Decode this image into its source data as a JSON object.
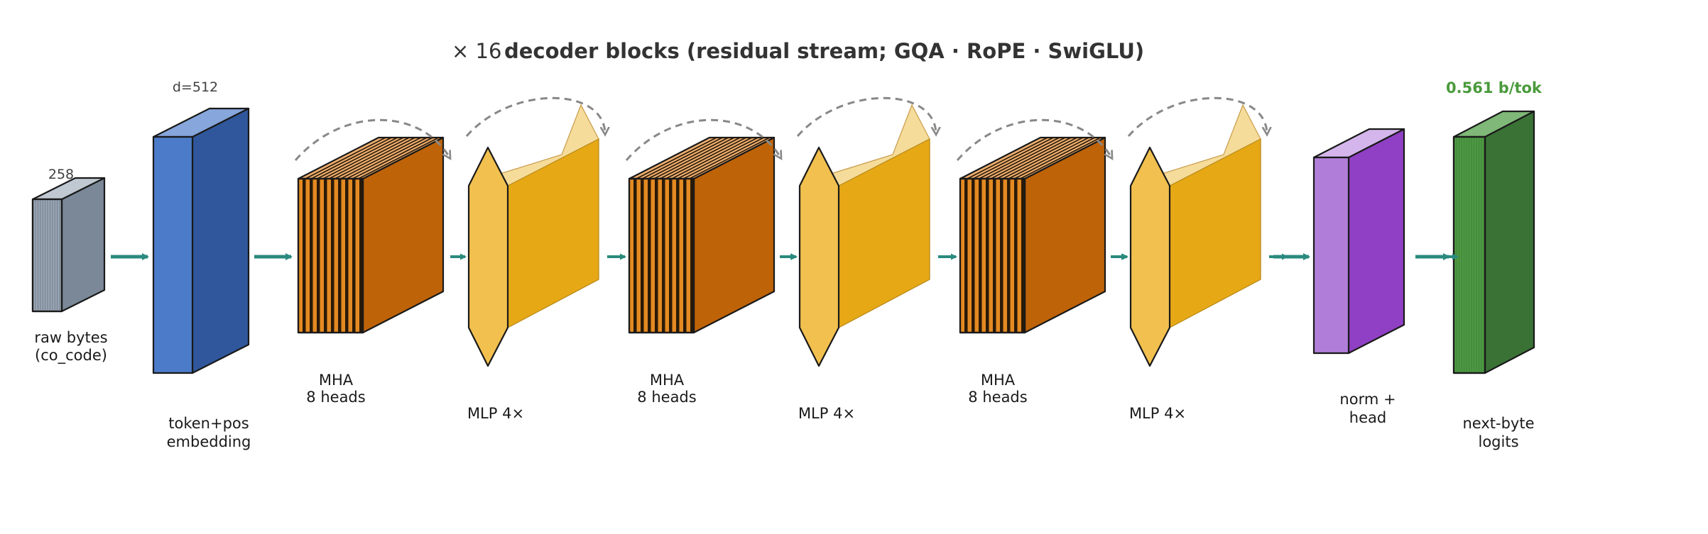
{
  "title": {
    "multiplier": "× 16",
    "text": "decoder blocks (residual stream; GQA · RoPE · SwiGLU)"
  },
  "metric": {
    "text": "0.561 b/tok",
    "color": "#4a9a3c"
  },
  "colors": {
    "arrow": "#2a8a7e",
    "residual": "#888888",
    "input": [
      "#9aa6b4",
      "#c0c8d2",
      "#7a8898"
    ],
    "embedding": [
      "#4c7bc9",
      "#86a6dc",
      "#30579c"
    ],
    "attention": [
      "#e48a22",
      "#f0b070",
      "#bf6308"
    ],
    "mlp": [
      "#f2c04e",
      "#f6dc9a",
      "#e6a815"
    ],
    "norm": [
      "#b07ed8",
      "#d4b6ec",
      "#9040c4"
    ],
    "output": [
      "#4e9a44",
      "#7fb878",
      "#3a7236"
    ]
  },
  "blocks": {
    "input": {
      "label_line1": "raw bytes",
      "label_line2": "(co_code)",
      "dim": "258"
    },
    "embedding": {
      "label_line1": "token+pos",
      "label_line2": "embedding",
      "dim": "d=512"
    },
    "attn": {
      "label_line1": "MHA",
      "label_line2": "8 heads",
      "icon": "striped-attention-cube"
    },
    "mlp": {
      "label": "MLP 4×",
      "icon": "hexagonal-expansion-prism"
    },
    "norm": {
      "label_line1": "norm +",
      "label_line2": "head"
    },
    "output": {
      "label_line1": "next-byte",
      "label_line2": "logits"
    }
  },
  "repeat_count": 3
}
